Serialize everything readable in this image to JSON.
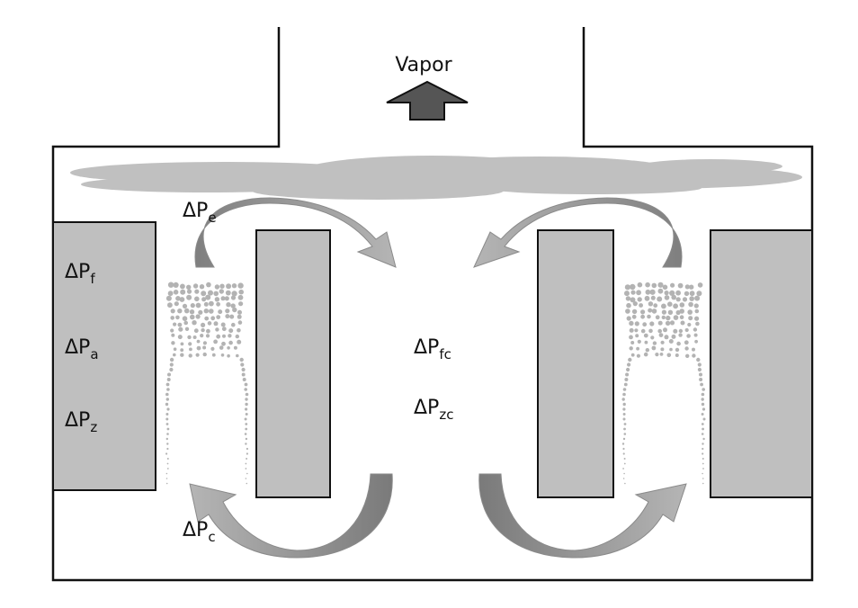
{
  "labels": {
    "vapor": "Vapor",
    "delta_symbol": "ΔP",
    "pe_sub": "e",
    "pf_sub": "f",
    "pa_sub": "a",
    "pz_sub": "z",
    "pc_sub": "c",
    "pfc_sub": "fc",
    "pzc_sub": "zc"
  },
  "colors": {
    "outline": "#111111",
    "block_fill": "#bfbfbf",
    "cloud_fill": "#c0c0c0",
    "arrow_fill": "#a8a8a8",
    "arrow_dark": "#7a7a7a",
    "droplet": "#b3b3b3",
    "vapor_arrow": "#555555"
  },
  "icons": {
    "vapor_arrow": "up-arrow-icon",
    "circulation_arrows": "curved-arrow-icon",
    "droplets": "bubble-dots"
  }
}
